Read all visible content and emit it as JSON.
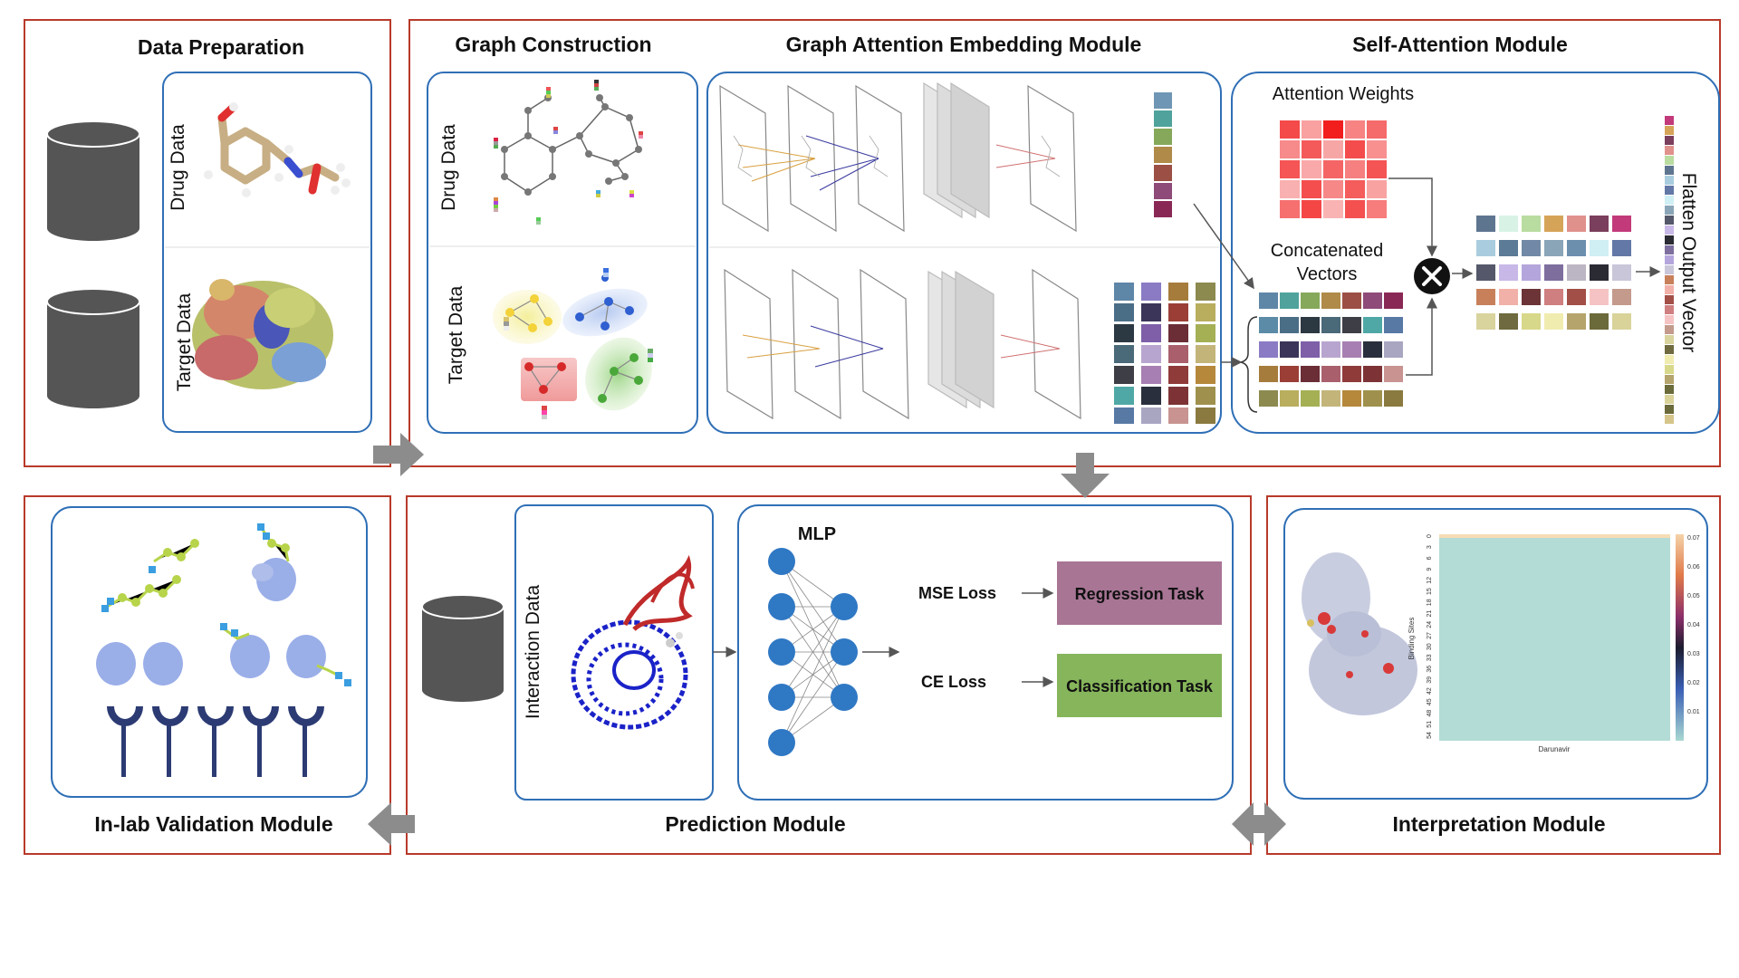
{
  "modules": {
    "data_preparation": {
      "title": "Data Preparation",
      "drug_label": "Drug Data",
      "target_label": "Target Data"
    },
    "graph_construction": {
      "title": "Graph Construction",
      "drug_label": "Drug Data",
      "target_label": "Target Data"
    },
    "gat_embedding": {
      "title": "Graph Attention Embedding Module"
    },
    "self_attention": {
      "title": "Self-Attention Module",
      "attention_weights_label": "Attention Weights",
      "concat_label_line1": "Concatenated",
      "concat_label_line2": "Vectors",
      "flatten_label": "Flatten Output Vector"
    },
    "validation": {
      "title": "In-lab Validation Module"
    },
    "prediction": {
      "title": "Prediction Module",
      "interaction_label": "Interaction Data",
      "mlp_label": "MLP",
      "mse_loss": "MSE Loss",
      "ce_loss": "CE Loss",
      "regression_task": "Regression Task",
      "classification_task": "Classification Task"
    },
    "interpretation": {
      "title": "Interpretation Module",
      "heatmap_ylabel": "Binding Sites",
      "heatmap_xlabel": "Darunavir",
      "heatmap_yticks": [
        "0",
        "3",
        "6",
        "9",
        "12",
        "15",
        "18",
        "21",
        "24",
        "27",
        "30",
        "33",
        "36",
        "39",
        "42",
        "45",
        "48",
        "51",
        "54"
      ],
      "colorbar_ticks": [
        "0.07",
        "0.06",
        "0.05",
        "0.04",
        "0.03",
        "0.02",
        "0.01"
      ]
    }
  },
  "colors": {
    "module_border": "#b83a2a",
    "panel_border": "#2f6fb6",
    "arrow": "#8c8c8c",
    "node_blue": "#2f78c4",
    "regression_box": "#a87595",
    "classification_box": "#86b55b",
    "database": "#555555"
  }
}
